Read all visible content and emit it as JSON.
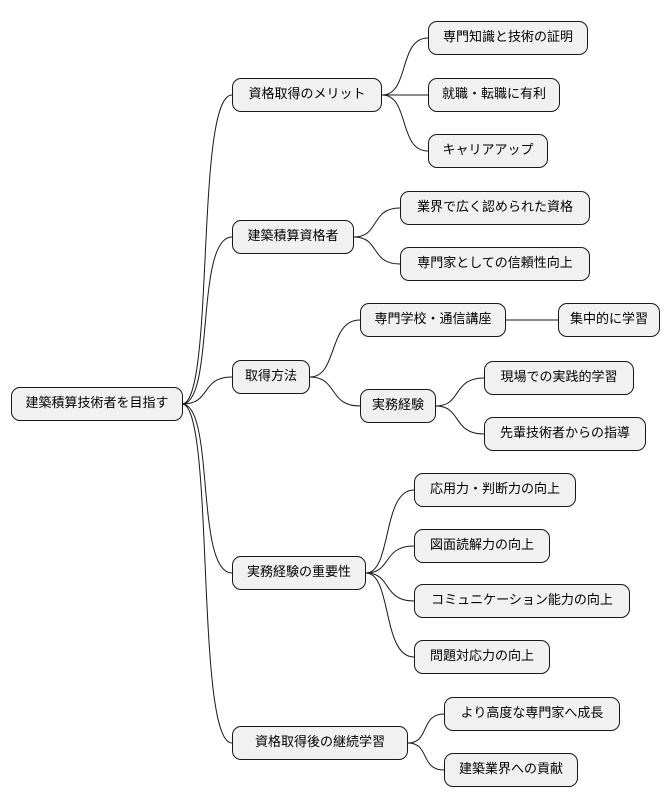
{
  "root": "建築積算技術者を目指す",
  "branches": [
    {
      "label": "資格取得のメリット",
      "children": [
        {
          "label": "専門知識と技術の証明"
        },
        {
          "label": "就職・転職に有利"
        },
        {
          "label": "キャリアアップ"
        }
      ]
    },
    {
      "label": "建築積算資格者",
      "children": [
        {
          "label": "業界で広く認められた資格"
        },
        {
          "label": "専門家としての信頼性向上"
        }
      ]
    },
    {
      "label": "取得方法",
      "children": [
        {
          "label": "専門学校・通信講座",
          "children": [
            {
              "label": "集中的に学習"
            }
          ]
        },
        {
          "label": "実務経験",
          "children": [
            {
              "label": "現場での実践的学習"
            },
            {
              "label": "先輩技術者からの指導"
            }
          ]
        }
      ]
    },
    {
      "label": "実務経験の重要性",
      "children": [
        {
          "label": "応用力・判断力の向上"
        },
        {
          "label": "図面読解力の向上"
        },
        {
          "label": "コミュニケーション能力の向上"
        },
        {
          "label": "問題対応力の向上"
        }
      ]
    },
    {
      "label": "資格取得後の継続学習",
      "children": [
        {
          "label": "より高度な専門家へ成長"
        },
        {
          "label": "建築業界への貢献"
        }
      ]
    }
  ]
}
